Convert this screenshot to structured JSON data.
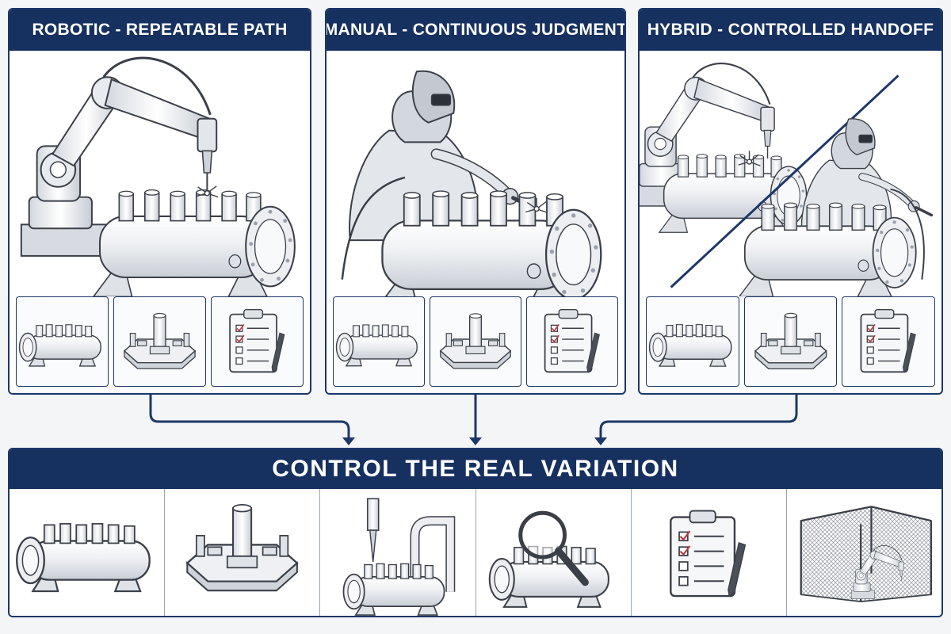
{
  "panels": [
    {
      "title": "ROBOTIC - REPEATABLE PATH"
    },
    {
      "title": "MANUAL - CONTINUOUS JUDGMENT"
    },
    {
      "title": "HYBRID - CONTROLLED HANDOFF"
    }
  ],
  "bottom": {
    "title": "CONTROL THE REAL VARIATION"
  },
  "icons": {
    "scene_robotic": "robot-welding-arm-icon",
    "scene_manual": "welder-operator-icon",
    "scene_hybrid": "robot-and-welder-icon",
    "thumb_part": "pipe-manifold-icon",
    "thumb_fixture": "welding-fixture-icon",
    "thumb_checklist": "inspection-checklist-icon",
    "bottom_cells": [
      "pipe-manifold-icon",
      "welding-fixture-icon",
      "torch-path-icon",
      "magnifier-inspection-icon",
      "inspection-checklist-icon",
      "safety-cell-icon"
    ]
  },
  "colors": {
    "navy": "#16305f",
    "border": "#1d3768",
    "steel": "#e9ecf1",
    "ink": "#3a3f48"
  }
}
